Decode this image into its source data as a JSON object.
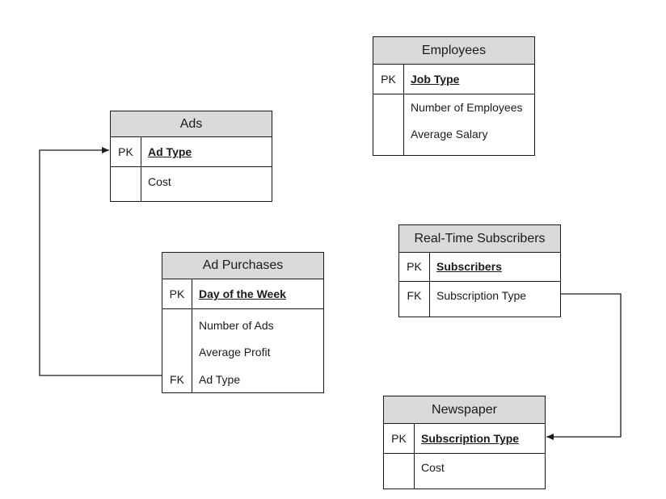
{
  "entities": {
    "employees": {
      "title": "Employees",
      "pk_label": "PK",
      "pk_field": "Job Type",
      "fields": [
        "Number of Employees",
        "Average Salary"
      ]
    },
    "ads": {
      "title": "Ads",
      "pk_label": "PK",
      "pk_field": "Ad Type",
      "fields": [
        "Cost"
      ]
    },
    "ad_purchases": {
      "title": "Ad Purchases",
      "pk_label": "PK",
      "pk_field": "Day of the Week",
      "fields": [
        "Number of Ads",
        "Average Profit",
        "Ad Type"
      ],
      "fk_label": "FK"
    },
    "realtime_subscribers": {
      "title": "Real-Time Subscribers",
      "pk_label": "PK",
      "pk_field": "Subscribers",
      "fk_label": "FK",
      "fk_field": "Subscription Type"
    },
    "newspaper": {
      "title": "Newspaper",
      "pk_label": "PK",
      "pk_field": "Subscription Type",
      "fields": [
        "Cost"
      ]
    }
  },
  "relationships": [
    {
      "from": "Ad Purchases.Ad Type",
      "to": "Ads.Ad Type"
    },
    {
      "from": "Real-Time Subscribers.Subscription Type",
      "to": "Newspaper.Subscription Type"
    }
  ],
  "colors": {
    "header_fill": "#dadada",
    "border": "#1a1a1a",
    "background": "#ffffff"
  }
}
